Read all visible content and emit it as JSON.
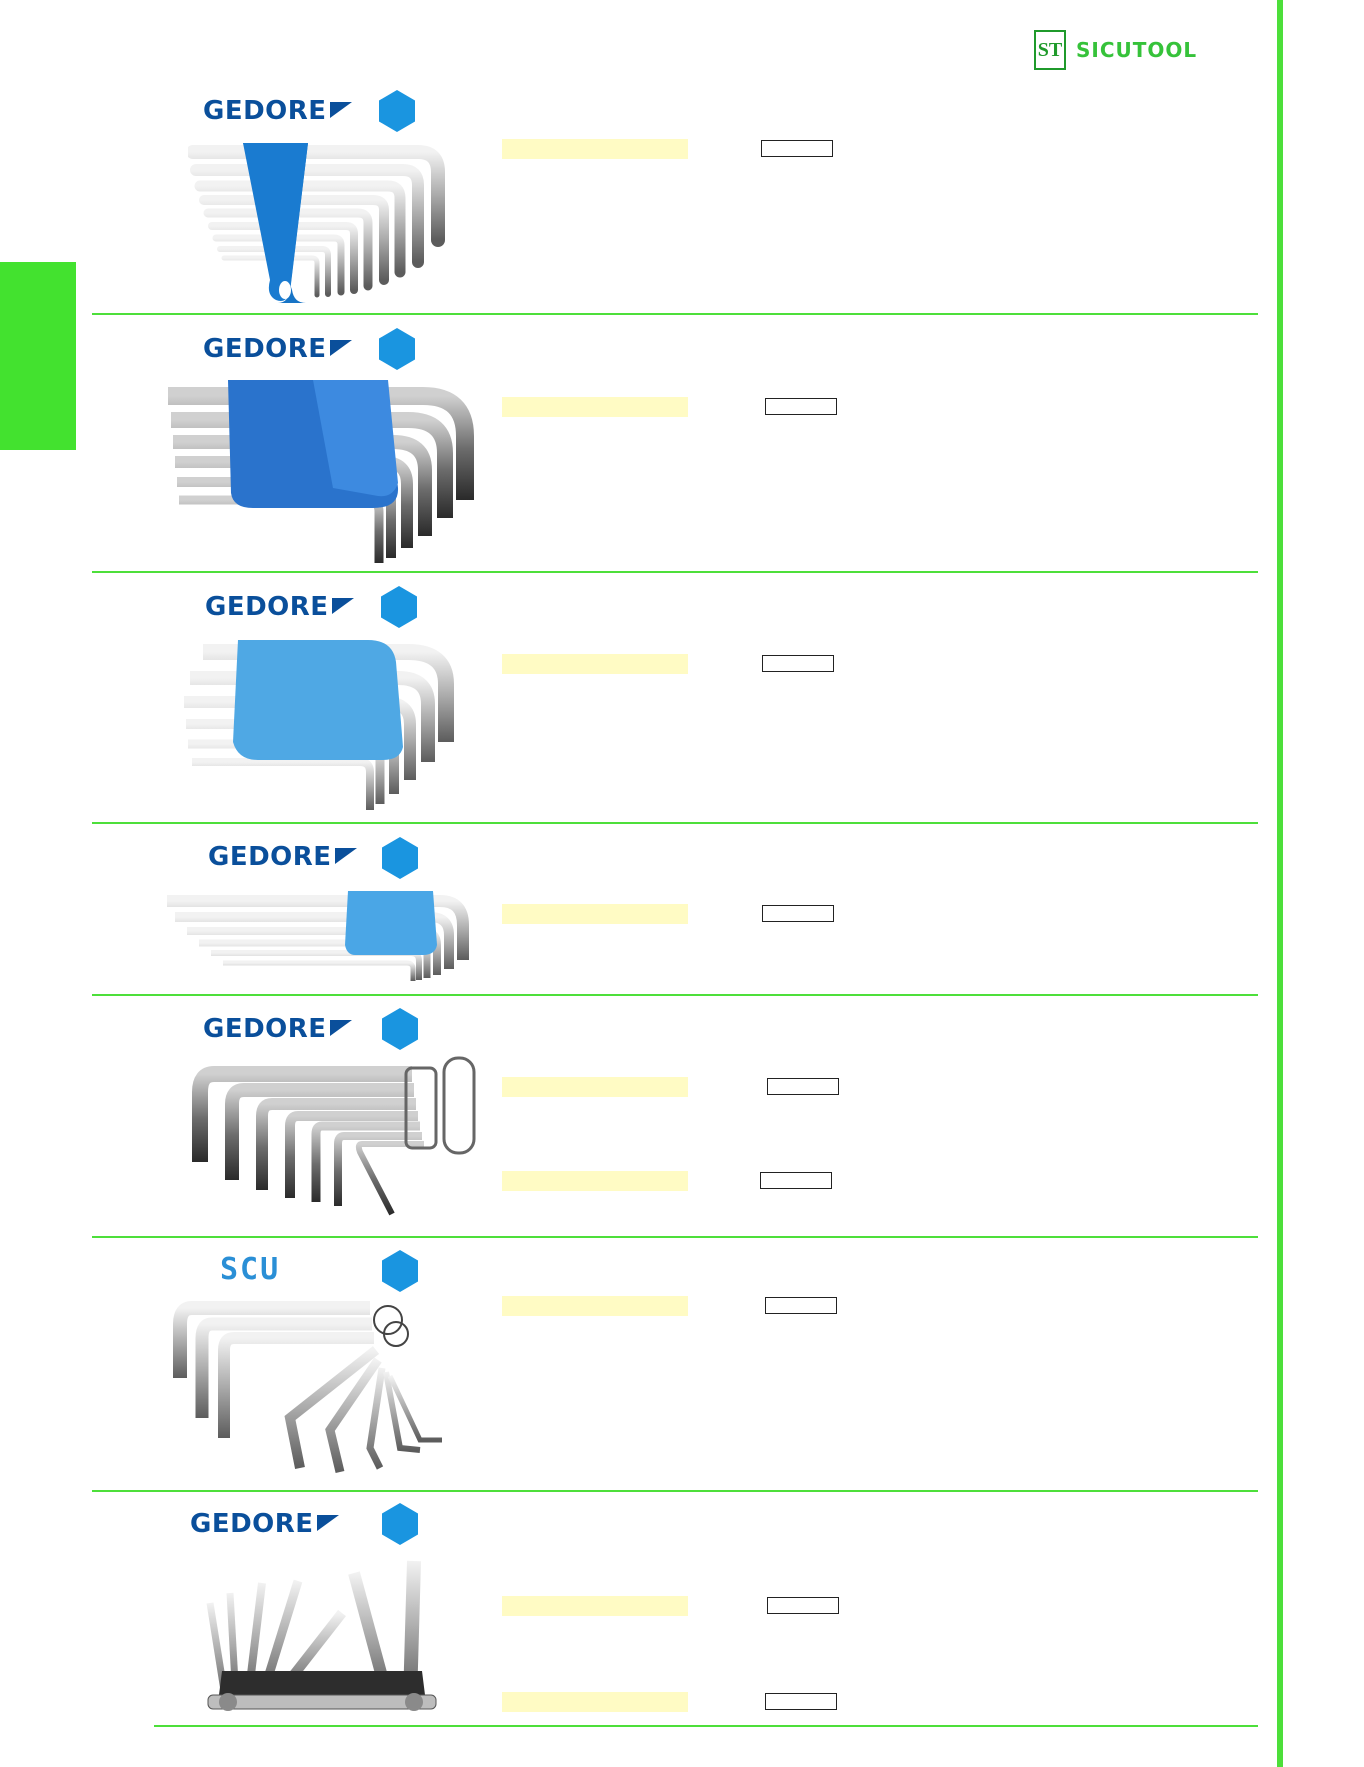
{
  "header": {
    "brand_name": "SICUTOOL",
    "brand_mark": "ST",
    "brand_color": "#36c23a"
  },
  "products": [
    {
      "brand": "GEDORE",
      "icon": "hex-badge-icon",
      "image": "hex-key-set-holder"
    },
    {
      "brand": "GEDORE",
      "icon": "hex-badge-icon",
      "image": "hex-key-set-metric"
    },
    {
      "brand": "GEDORE",
      "icon": "hex-badge-icon",
      "image": "hex-key-set-inch"
    },
    {
      "brand": "GEDORE",
      "icon": "hex-badge-icon",
      "image": "hex-key-set-long"
    },
    {
      "brand": "GEDORE",
      "icon": "hex-badge-icon",
      "image": "hex-key-ring-set"
    },
    {
      "brand": "SCU",
      "icon": "hex-badge-icon",
      "image": "hex-key-ring-set"
    },
    {
      "brand": "GEDORE",
      "icon": "hex-badge-icon",
      "image": "folding-hex-key-set"
    }
  ],
  "colors": {
    "accent_green": "#4ddf3a",
    "gedore_blue": "#0a4f9b",
    "hex_blue": "#1a95e0",
    "highlight_yellow": "#fffbc4"
  }
}
